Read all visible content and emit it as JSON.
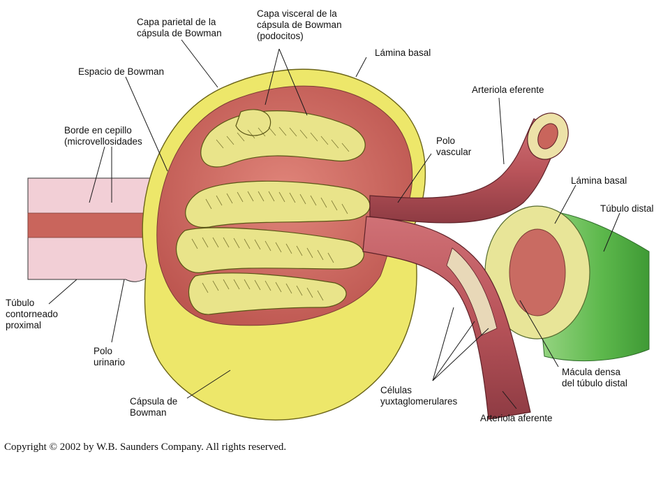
{
  "diagram": {
    "labels": {
      "capa_parietal": [
        "Capa parietal de la",
        "cápsula de Bowman"
      ],
      "capa_visceral": [
        "Capa visceral de la",
        "cápsula de Bowman",
        "(podocitos)"
      ],
      "lamina_basal_top": [
        "Lámina basal"
      ],
      "espacio_bowman": [
        "Espacio de Bowman"
      ],
      "arteriola_eferente": [
        "Arteriola eferente"
      ],
      "borde_cepillo": [
        "Borde en cepillo",
        "(microvellosidades"
      ],
      "polo_vascular": [
        "Polo",
        "vascular"
      ],
      "lamina_basal_right": [
        "Lámina basal"
      ],
      "tubulo_distal": [
        "Túbulo distal"
      ],
      "tubulo_proximal": [
        "Túbulo",
        "contorneado",
        "proximal"
      ],
      "polo_urinario": [
        "Polo",
        "urinario"
      ],
      "celulas_yuxta": [
        "Células",
        "yuxtaglomerulares"
      ],
      "macula_densa": [
        "Mácula densa",
        "del túbulo distal"
      ],
      "capsula_bowman": [
        "Cápsula de",
        "Bowman"
      ],
      "arteriola_aferente": [
        "Arteriola aferente"
      ]
    }
  },
  "copyright": "Copyright © 2002 by W.B. Saunders Company. All rights reserved.",
  "colors": {
    "capsule_yellow": "#ede76a",
    "cavity_red": "#c9655c",
    "glomerulus_yellow": "#e9e48a",
    "tubule_pink": "#f2cfd6",
    "arteriole_red": "#b9545a",
    "distal_green": "#5db84c"
  }
}
